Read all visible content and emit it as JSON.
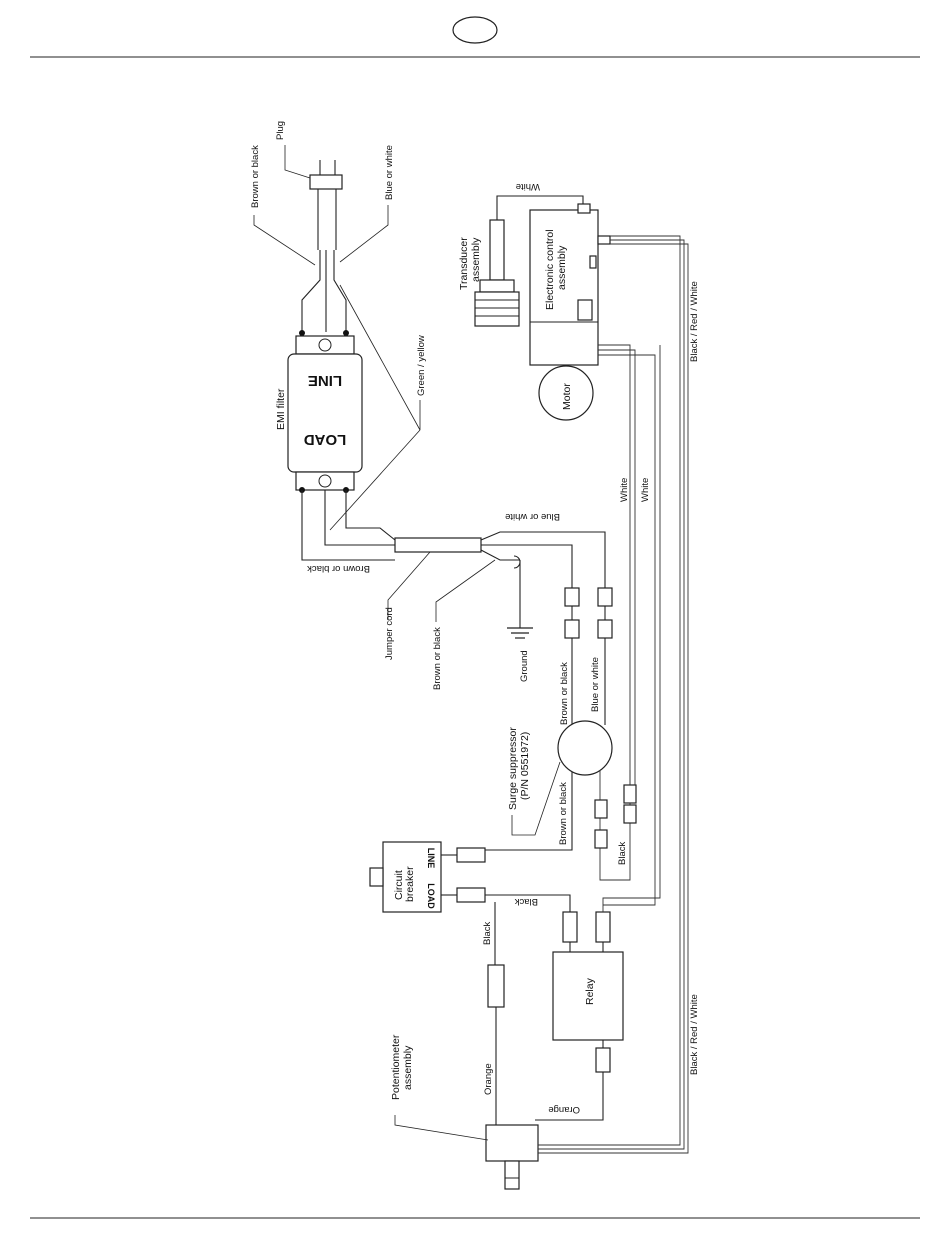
{
  "labels": {
    "plug": "Plug",
    "brown_or_black_top": "Brown or black",
    "blue_or_white_top": "Blue or white",
    "green_yellow": "Green / yellow",
    "emi_filter": "EMI filter",
    "emi_line": "LINE",
    "emi_load": "LOAD",
    "white_top": "White",
    "transducer_line1": "Transducer",
    "transducer_line2": "assembly",
    "ecu_line1": "Electronic control",
    "ecu_line2": "assembly",
    "motor": "Motor",
    "black_red_white_top": "Black / Red / White",
    "white_mid1": "White",
    "white_mid2": "White",
    "blue_or_white_mid": "Blue or white",
    "brown_or_black_mid": "Brown or black",
    "jumper_cord": "Jumper cord",
    "brown_or_black_jumper": "Brown or black",
    "ground": "Ground",
    "brown_or_black_sup_in": "Brown or black",
    "blue_or_white_sup_in": "Blue or white",
    "surge_line1": "Surge suppressor",
    "surge_line2": "(P/N 0551972)",
    "brown_or_black_sup_out": "Brown or black",
    "black_lower": "Black",
    "cb_line1": "Circuit",
    "cb_line2": "breaker",
    "cb_line": "LINE",
    "cb_load": "LOAD",
    "black_cb_left": "Black",
    "black_cb_right": "Black",
    "relay": "Relay",
    "pot_line1": "Potentiometer",
    "pot_line2": "assembly",
    "orange_left": "Orange",
    "orange_right": "Orange",
    "black_red_white_bottom": "Black / Red / White"
  }
}
